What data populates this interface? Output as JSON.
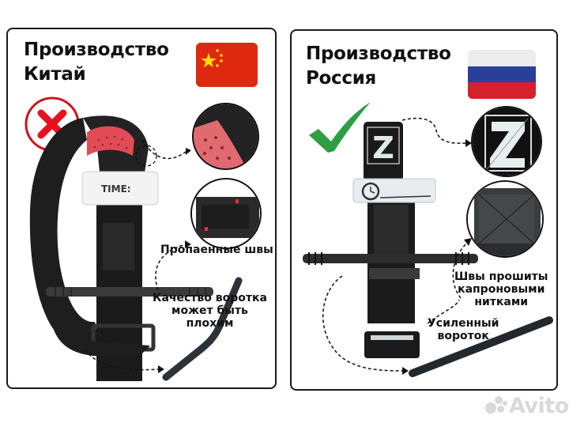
{
  "china_panel": {
    "title_line1": "Производство",
    "title_line2": "Китай",
    "flag": {
      "country": "china",
      "colors": {
        "red": "#de2910",
        "star": "#ffde00"
      }
    },
    "verdict_icon": "cross-mark-icon",
    "verdict_color": "#e0141e",
    "strap_label": "TIME:",
    "annotations": {
      "seams": "Пропаенные швы",
      "windlass_line1": "Качество воротка",
      "windlass_line2": "может быть",
      "windlass_line3": "плохим"
    }
  },
  "russia_panel": {
    "title_line1": "Производство",
    "title_line2": "Россия",
    "flag": {
      "country": "russia",
      "colors": {
        "white": "#ececec",
        "blue": "#2a3f9a",
        "red": "#d4212c"
      }
    },
    "verdict_icon": "check-mark-icon",
    "verdict_color": "#2e9e44",
    "patch_letter": "Z",
    "annotations": {
      "seams_line1": "Швы прошиты",
      "seams_line2": "капроновыми",
      "seams_line3": "нитками",
      "windlass_line1": "Усиленный",
      "windlass_line2": "вороток"
    }
  },
  "watermark": {
    "text": "Avito"
  }
}
